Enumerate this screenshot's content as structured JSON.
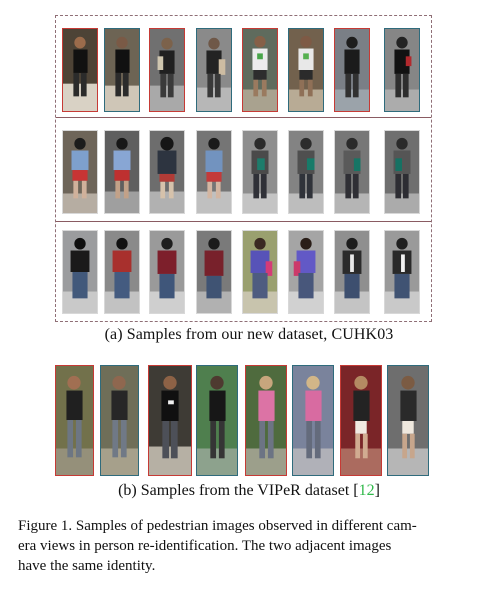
{
  "panel_a": {
    "caption": "(a) Samples from our new dataset, CUHK03"
  },
  "panel_b": {
    "caption_prefix": "(b) Samples from the VIPeR dataset [",
    "caption_ref": "12",
    "caption_suffix": "]"
  },
  "figure_caption": {
    "line1": "Figure 1. Samples of pedestrian images observed in different cam-",
    "line2": "era views in person re-identification.  The two adjacent images",
    "line3": "have the same identity."
  },
  "colors": {
    "ref_green": "#30b94a",
    "frame_red": "#c63a35",
    "frame_teal": "#2f6b7c"
  }
}
